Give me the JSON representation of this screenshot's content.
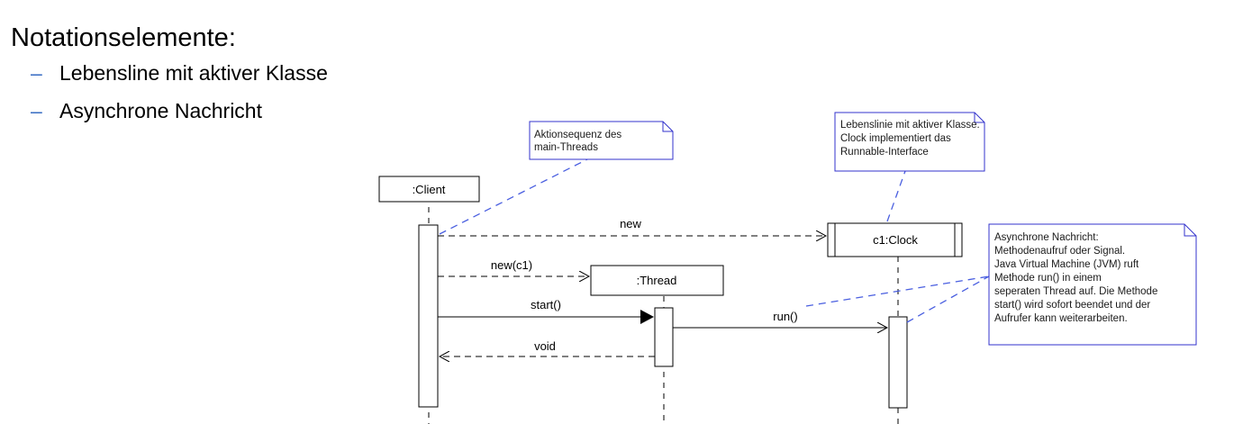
{
  "heading": "Notationselemente:",
  "bullets": [
    "Lebensline mit aktiver Klasse",
    "Asynchrone Nachricht"
  ],
  "dash_glyph": "–",
  "lifelines": {
    "client": ":Client",
    "thread": ":Thread",
    "clock": "c1:Clock"
  },
  "messages": {
    "new": "new",
    "new_c1": "new(c1)",
    "start": "start()",
    "run": "run()",
    "void": "void"
  },
  "notes": {
    "main_thread": [
      "Aktionsequenz des",
      "main-Threads"
    ],
    "active_class": [
      "Lebenslinie mit aktiver Klasse.",
      "Clock implementiert das",
      "Runnable-Interface"
    ],
    "async": [
      "Asynchrone Nachricht:",
      "Methodenaufruf oder Signal.",
      "Java Virtual Machine (JVM) ruft",
      "Methode run() in einem",
      "seperaten Thread auf. Die Methode",
      "start() wird sofort beendet und der",
      "Aufrufer kann weiterarbeiten."
    ]
  },
  "colors": {
    "note_border": "#3333cc",
    "note_connector": "#4a5fe0",
    "bullet_dash": "#3b6fc4"
  }
}
